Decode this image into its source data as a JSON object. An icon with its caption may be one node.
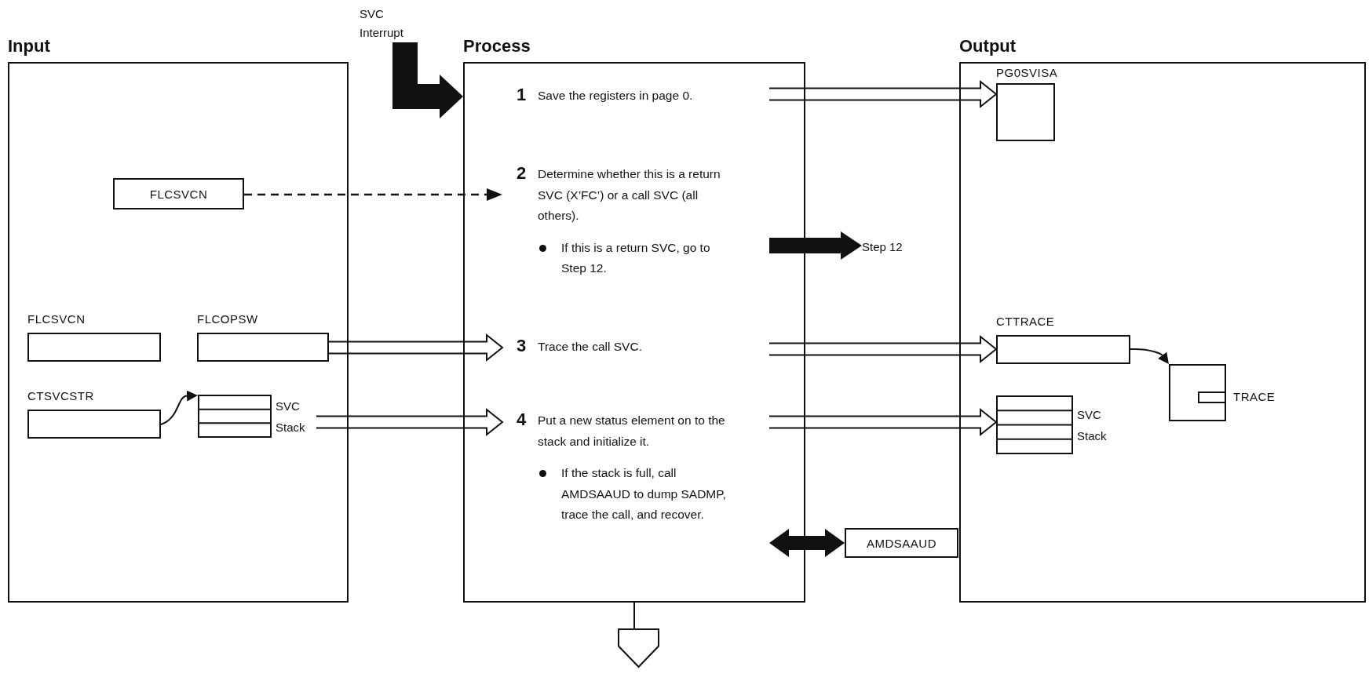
{
  "diagram": {
    "nodes": [
      {
        "text": [
          "Input"
        ]
      },
      {
        "text": [
          "FLCSVCN"
        ],
        "in": 0
      },
      {
        "text": [
          "FLCSVCN"
        ],
        "in": 0
      },
      {
        "text": [
          "FLCOPSW"
        ],
        "in": 0
      },
      {
        "text": [
          "CTSVCSTR"
        ],
        "in": 0
      },
      {
        "text": [
          "SVC Stack"
        ],
        "in": 0
      },
      {
        "text": [
          "Process"
        ]
      },
      {
        "text": [
          "1",
          "Save the registers in page 0."
        ],
        "in": 6
      },
      {
        "text": [
          "2",
          "Determine whether this is a return SVC (X’FC’) or a call SVC (all others).",
          "If this is a return SVC, go to Step 12."
        ],
        "in": 6
      },
      {
        "text": [
          "3",
          "Trace the call SVC."
        ],
        "in": 6
      },
      {
        "text": [
          "4",
          "Put a new status element on to the stack and initialize it.",
          "If the stack is full, call AMDSAAUD to dump SADMP, trace the call, and recover."
        ],
        "in": 6
      },
      {
        "text": [
          "Output"
        ]
      },
      {
        "text": [
          "PG0SVISA"
        ],
        "in": 11
      },
      {
        "text": [
          "CTTRACE"
        ],
        "in": 11
      },
      {
        "text": [
          "TRACE"
        ],
        "in": 11
      },
      {
        "text": [
          "SVC Stack"
        ],
        "in": 11
      },
      {
        "text": [
          "AMDSAAUD"
        ]
      },
      {
        "text": [
          "Step 12"
        ]
      },
      {
        "text": [
          "SVC Interrupt"
        ]
      },
      {
        "text": [],
        "shape": "pentagon"
      }
    ],
    "edges": [
      {
        "from": 18,
        "to": 6,
        "arrow": "to",
        "style": "thick"
      },
      {
        "from": 1,
        "to": 8,
        "arrow": "to",
        "style": "dashed"
      },
      {
        "from": 7,
        "to": 12,
        "arrow": "to"
      },
      {
        "from": 8,
        "to": 17,
        "arrow": "to",
        "style": "thick"
      },
      {
        "from": 3,
        "to": 9,
        "arrow": "to"
      },
      {
        "from": 9,
        "to": 13,
        "arrow": "to"
      },
      {
        "from": 13,
        "to": 14,
        "arrow": "to"
      },
      {
        "from": 4,
        "to": 5,
        "arrow": "to"
      },
      {
        "from": 5,
        "to": 10,
        "arrow": "to"
      },
      {
        "from": 10,
        "to": 15,
        "arrow": "to"
      },
      {
        "from": 10,
        "to": 16,
        "arrow": "both",
        "style": "thick"
      },
      {
        "from": 6,
        "to": 19,
        "arrow": "none"
      }
    ]
  }
}
